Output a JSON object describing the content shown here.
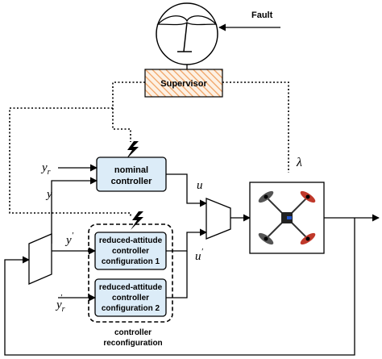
{
  "fault_label": "Fault",
  "supervisor_label": "Supervisor",
  "lambda_label": "λ",
  "nominal_controller": {
    "line1": "nominal",
    "line2": "controller"
  },
  "reduced_controller_1": {
    "line1": "reduced-attitude",
    "line2": "controller",
    "line3": "configuration 1"
  },
  "reduced_controller_2": {
    "line1": "reduced-attitude",
    "line2": "controller",
    "line3": "configuration 2"
  },
  "reconfiguration_label": {
    "line1": "controller",
    "line2": "reconfiguration"
  },
  "signals": {
    "y_r": {
      "base": "y",
      "sub": "r"
    },
    "y": "y",
    "y_prime": {
      "base": "y",
      "prime": "′"
    },
    "y_r_prime": {
      "base": "y",
      "sub": "r",
      "prime": "′"
    },
    "u": "u",
    "u_prime": {
      "base": "u",
      "prime": "′"
    }
  },
  "colors": {
    "controller_fill": "#dcecf8",
    "supervisor_hatch": "#f0a060",
    "line": "#000000"
  }
}
